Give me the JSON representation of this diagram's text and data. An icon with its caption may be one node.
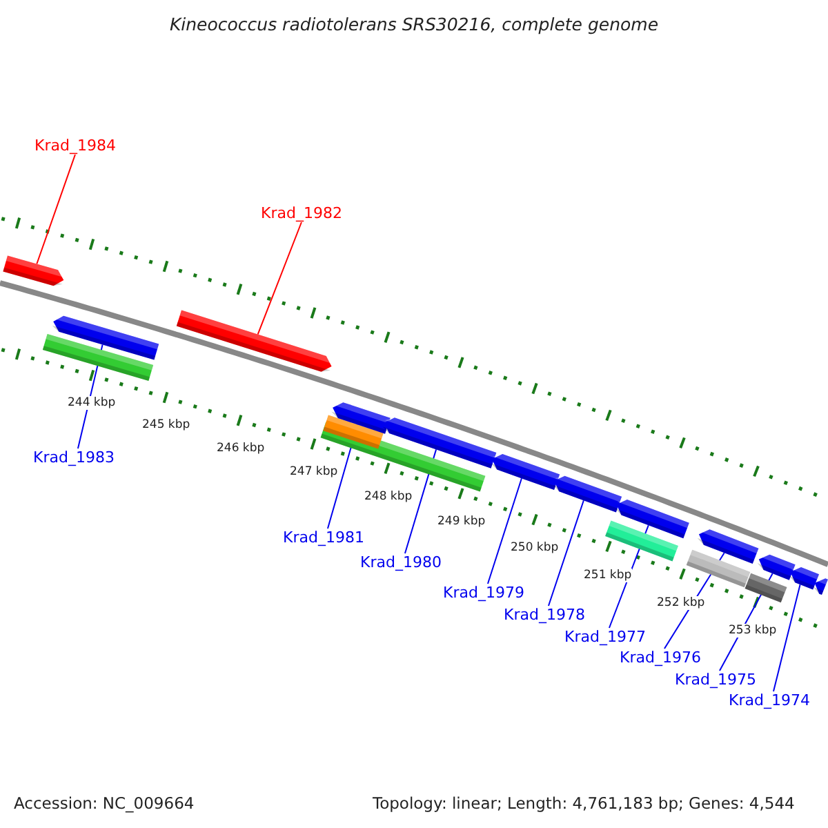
{
  "diagram": {
    "title": "Kineococcus radiotolerans SRS30216, complete genome",
    "nodes": [
      {
        "text": [
          "Krad_1984"
        ]
      },
      {
        "text": [
          "Krad_1982"
        ]
      },
      {
        "text": [
          "Krad_1983"
        ]
      },
      {
        "text": [
          "Krad_1981"
        ]
      },
      {
        "text": [
          "Krad_1980"
        ]
      },
      {
        "text": [
          "Krad_1979"
        ]
      },
      {
        "text": [
          "Krad_1978"
        ]
      },
      {
        "text": [
          "Krad_1977"
        ]
      },
      {
        "text": [
          "Krad_1976"
        ]
      },
      {
        "text": [
          "Krad_1975"
        ]
      },
      {
        "text": [
          "Krad_1974"
        ]
      },
      {
        "text": [],
        "shape": "arrow"
      },
      {
        "text": [],
        "shape": "bar"
      },
      {
        "text": [],
        "shape": "arrow"
      },
      {
        "text": [],
        "shape": "arrow"
      },
      {
        "text": [],
        "shape": "bar"
      },
      {
        "text": [],
        "shape": "bar"
      },
      {
        "text": [],
        "shape": "arrow"
      },
      {
        "text": [],
        "shape": "arrow"
      },
      {
        "text": [],
        "shape": "arrow"
      },
      {
        "text": [],
        "shape": "arrow"
      },
      {
        "text": [],
        "shape": "bar"
      },
      {
        "text": [],
        "shape": "arrow"
      },
      {
        "text": [],
        "shape": "bar"
      },
      {
        "text": [],
        "shape": "arrow"
      },
      {
        "text": [],
        "shape": "bar"
      },
      {
        "text": [],
        "shape": "arrow"
      },
      {
        "text": [],
        "shape": "arrow"
      },
      {
        "text": [],
        "shape": "arrow"
      }
    ],
    "edges": [
      {
        "from": 0,
        "to": 11,
        "arrow": "none",
        "color": "#ff0000"
      },
      {
        "from": 1,
        "to": 14,
        "arrow": "none",
        "color": "#ff0000"
      },
      {
        "from": 2,
        "to": 13,
        "arrow": "none"
      },
      {
        "from": 3,
        "to": 17,
        "arrow": "none"
      },
      {
        "from": 4,
        "to": 18,
        "arrow": "none"
      },
      {
        "from": 5,
        "to": 19,
        "arrow": "none"
      },
      {
        "from": 6,
        "to": 20,
        "arrow": "none"
      },
      {
        "from": 7,
        "to": 22,
        "arrow": "none"
      },
      {
        "from": 8,
        "to": 24,
        "arrow": "none"
      },
      {
        "from": 9,
        "to": 26,
        "arrow": "none"
      },
      {
        "from": 10,
        "to": 27,
        "arrow": "none"
      }
    ],
    "labels": [
      "244 kbp",
      "245 kbp",
      "246 kbp",
      "247 kbp",
      "248 kbp",
      "249 kbp",
      "250 kbp",
      "251 kbp",
      "252 kbp",
      "253 kbp",
      "Accession: NC_009664",
      "Topology: linear; Length: 4,761,183 bp; Genes: 4,544"
    ]
  }
}
